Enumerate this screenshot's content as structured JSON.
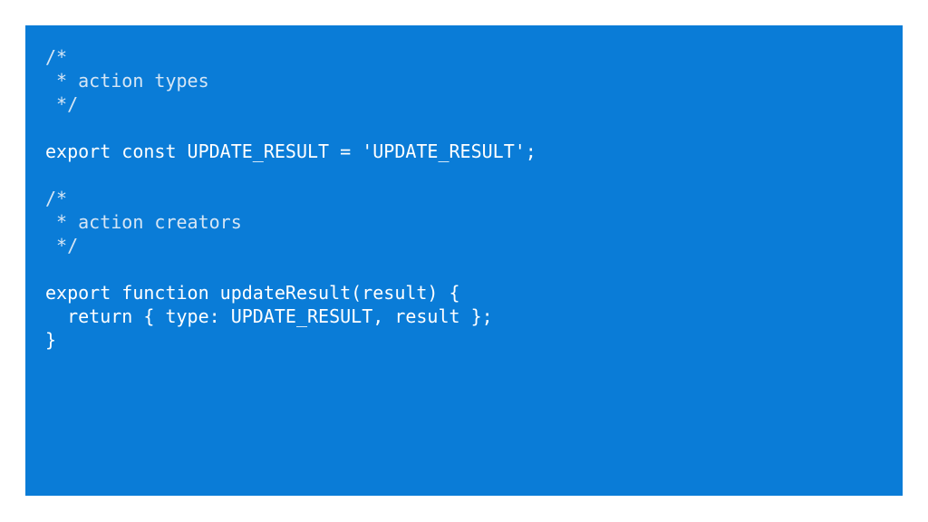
{
  "colors": {
    "page_background": "#ffffff",
    "panel_background": "#0a7cd7",
    "code_text": "#ffffff",
    "comment_text": "#d6e6f5"
  },
  "code": {
    "lines": [
      {
        "text": "/*",
        "kind": "comment"
      },
      {
        "text": " * action types",
        "kind": "comment"
      },
      {
        "text": " */",
        "kind": "comment"
      },
      {
        "text": "",
        "kind": "blank"
      },
      {
        "text": "export const UPDATE_RESULT = 'UPDATE_RESULT';",
        "kind": "code"
      },
      {
        "text": "",
        "kind": "blank"
      },
      {
        "text": "/*",
        "kind": "comment"
      },
      {
        "text": " * action creators",
        "kind": "comment"
      },
      {
        "text": " */",
        "kind": "comment"
      },
      {
        "text": "",
        "kind": "blank"
      },
      {
        "text": "export function updateResult(result) {",
        "kind": "code"
      },
      {
        "text": "  return { type: UPDATE_RESULT, result };",
        "kind": "code"
      },
      {
        "text": "}",
        "kind": "code"
      }
    ]
  }
}
